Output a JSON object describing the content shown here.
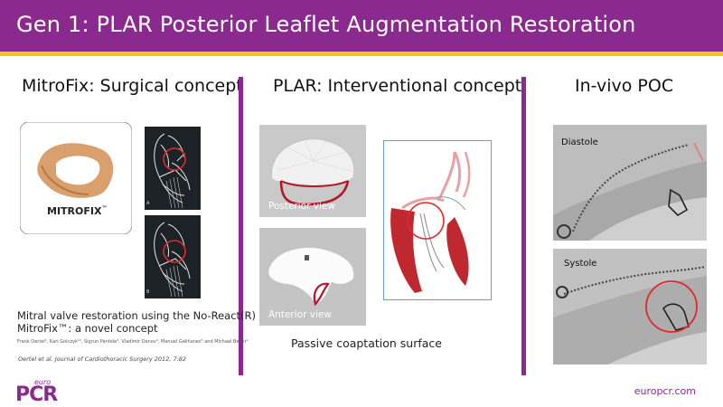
{
  "header": {
    "title": "Gen 1: PLAR Posterior Leaflet Augmentation Restoration"
  },
  "columns": {
    "surgical": {
      "heading": "MitroFix: Surgical concept",
      "logo_text": "MITROFIX",
      "logo_tm": "™",
      "panel_a": "A",
      "panel_b": "B",
      "paper_title_line1": "Mitral valve restoration using the No-React(R)",
      "paper_title_line2": "MitroFix™: a novel concept",
      "authors": "Frank Oertel¹, Kari Golczyk¹², Sigrun Pantele³, Vladimir Danov⁴, Manuel Galiñanes⁵ and Michael Beyer¹",
      "citation": "Oertel et al. Journal of Cardiothoracic Surgery 2012, 7:82"
    },
    "interventional": {
      "heading": "PLAR: Interventional concept",
      "posterior_label": "Posterior view",
      "anterior_label": "Anterior view",
      "caption": "Passive coaptation surface"
    },
    "invivo": {
      "heading": "In-vivo POC",
      "diastole_label": "Diastole",
      "systole_label": "Systole"
    }
  },
  "footer": {
    "logo_small": "euro",
    "logo_big": "PCR",
    "url": "europcr.com"
  },
  "colors": {
    "brand": "#8a2a8e",
    "stripe": "#f2c21b",
    "highlight": "#e0282a"
  },
  "icons": [
    "mitrofix-device-image",
    "surgical-diagram-image",
    "valve-photo-image",
    "heart-diagram-image",
    "xray-image"
  ]
}
